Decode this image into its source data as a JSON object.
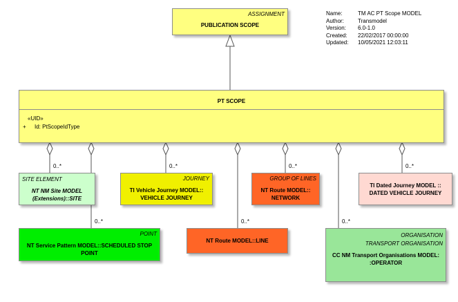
{
  "metadata": {
    "labels": [
      "Name:",
      "Author:",
      "Version:",
      "Created:",
      "Updated:"
    ],
    "values": [
      "TM AC PT Scope MODEL",
      "Transmodel",
      "6.0-1.0",
      "22/02/2017 00:00:00",
      "10/05/2021 12:03:11"
    ]
  },
  "publication_scope": {
    "stereotype": "ASSIGNMENT",
    "name": "PUBLICATION SCOPE"
  },
  "pt_scope": {
    "name": "PT SCOPE",
    "attr_stereotype": "«UID»",
    "attr_visibility": "+",
    "attr_text": "Id: PtScopeIdType"
  },
  "site_element": {
    "stereotype": "SITE ELEMENT",
    "line1": "NT NM Site MODEL",
    "line2": "(Extensions)::SITE"
  },
  "vehicle_journey": {
    "stereotype": "JOURNEY",
    "line1": "TI Vehicle Journey MODEL::",
    "line2": "VEHICLE JOURNEY"
  },
  "network": {
    "stereotype": "GROUP OF LINES",
    "line1": "NT Route MODEL::",
    "line2": "NETWORK"
  },
  "dated_vehicle_journey": {
    "line1": "TI Dated Journey MODEL ::",
    "line2": "DATED VEHICLE JOURNEY"
  },
  "scheduled_stop_point": {
    "stereotype": "POINT",
    "line1": "NT Service Pattern MODEL::SCHEDULED STOP",
    "line2": "POINT"
  },
  "line": {
    "name": "NT Route MODEL::LINE"
  },
  "operator": {
    "stereotype1": "ORGANISATION",
    "stereotype2": "TRANSPORT ORGANISATION",
    "line1": "CC NM Transport Organisations MODEL:",
    "line2": ":OPERATOR"
  },
  "multiplicities": {
    "site": "0..*",
    "vehicle_journey": "0..*",
    "network": "0..*",
    "dated_vehicle_journey": "0..*",
    "scheduled_stop_point": "0..*",
    "line": "0..*",
    "operator": "0..*"
  },
  "colors": {
    "yellow": "#ffff80",
    "yellow_dark": "#f0f000",
    "light_green": "#ccffcc",
    "green": "#00ee00",
    "orange": "#ff6526",
    "pink": "#ffd9d2",
    "mid_green": "#99e699"
  }
}
